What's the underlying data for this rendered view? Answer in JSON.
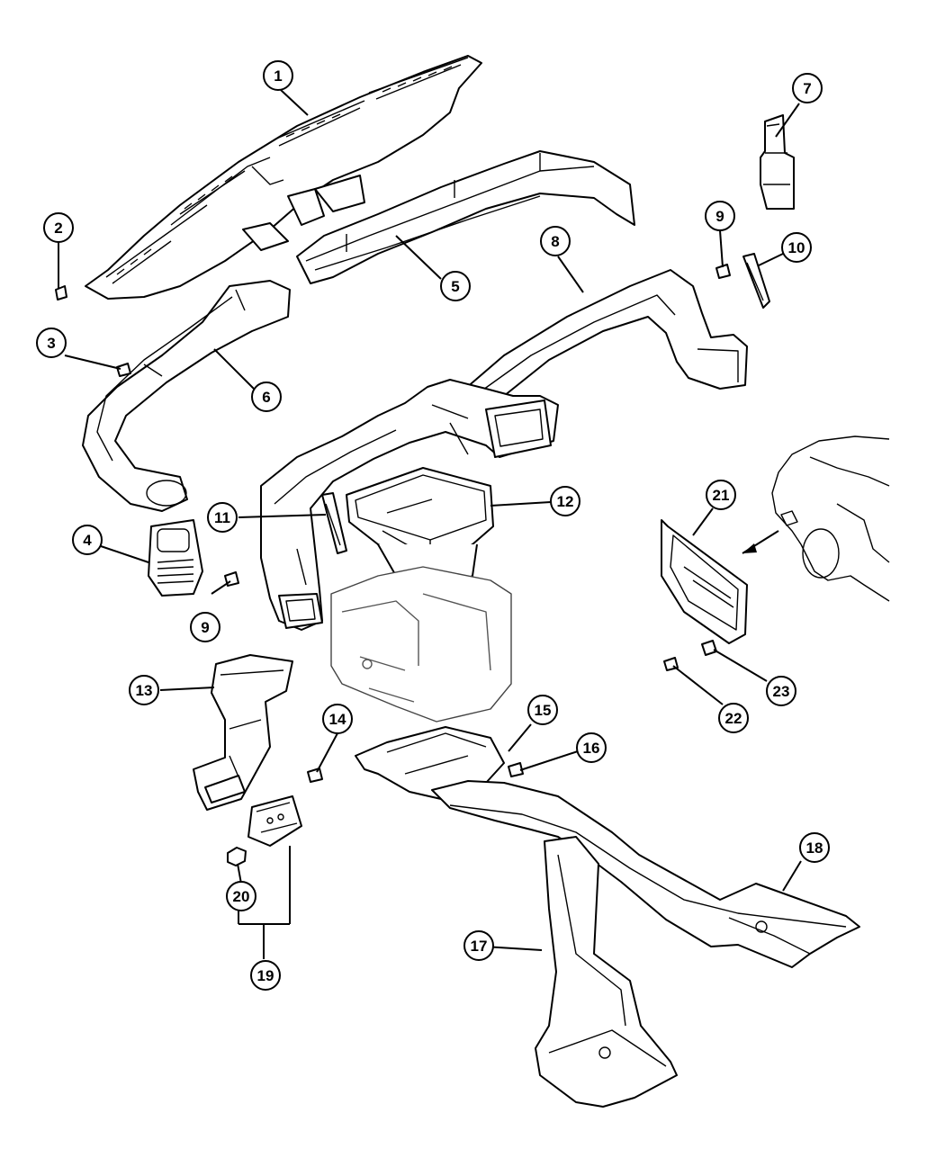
{
  "diagram": {
    "callouts": [
      {
        "id": "c1",
        "label": "1"
      },
      {
        "id": "c2",
        "label": "2"
      },
      {
        "id": "c3",
        "label": "3"
      },
      {
        "id": "c4",
        "label": "4"
      },
      {
        "id": "c5",
        "label": "5"
      },
      {
        "id": "c6",
        "label": "6"
      },
      {
        "id": "c7",
        "label": "7"
      },
      {
        "id": "c8",
        "label": "8"
      },
      {
        "id": "c9a",
        "label": "9"
      },
      {
        "id": "c9b",
        "label": "9"
      },
      {
        "id": "c10",
        "label": "10"
      },
      {
        "id": "c11",
        "label": "11"
      },
      {
        "id": "c12",
        "label": "12"
      },
      {
        "id": "c13",
        "label": "13"
      },
      {
        "id": "c14",
        "label": "14"
      },
      {
        "id": "c15",
        "label": "15"
      },
      {
        "id": "c16",
        "label": "16"
      },
      {
        "id": "c17",
        "label": "17"
      },
      {
        "id": "c18",
        "label": "18"
      },
      {
        "id": "c19",
        "label": "19"
      },
      {
        "id": "c20",
        "label": "20"
      },
      {
        "id": "c21",
        "label": "21"
      },
      {
        "id": "c22",
        "label": "22"
      },
      {
        "id": "c23",
        "label": "23"
      }
    ]
  }
}
